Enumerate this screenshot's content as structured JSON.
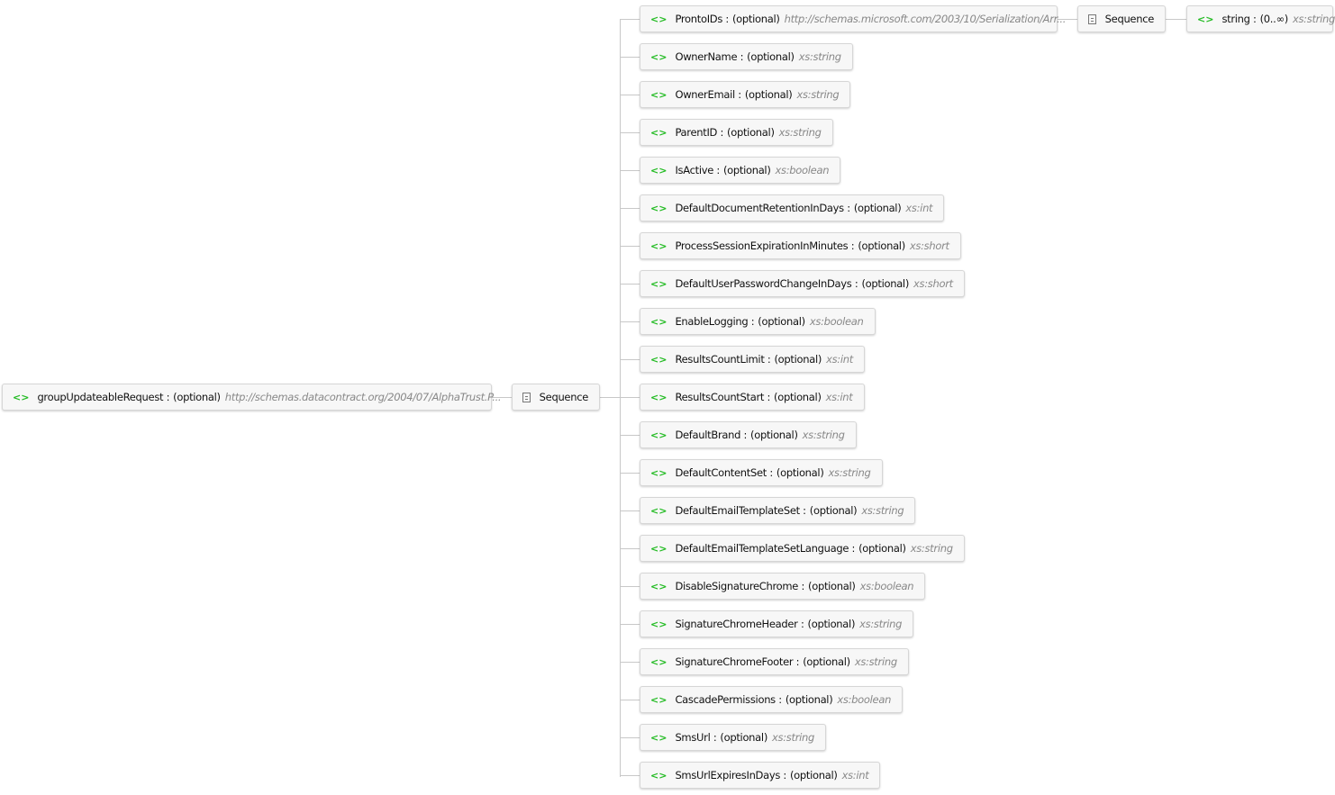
{
  "root": {
    "name": "groupUpdateableRequest",
    "occurs": "(optional)",
    "type": "http://schemas.datacontract.org/2004/07/AlphaTrust.P..."
  },
  "sequence_label": "Sequence",
  "children": [
    {
      "name": "ProntoIDs",
      "occurs": "(optional)",
      "type": "http://schemas.microsoft.com/2003/10/Serialization/Arr..."
    },
    {
      "name": "OwnerName",
      "occurs": "(optional)",
      "type": "xs:string"
    },
    {
      "name": "OwnerEmail",
      "occurs": "(optional)",
      "type": "xs:string"
    },
    {
      "name": "ParentID",
      "occurs": "(optional)",
      "type": "xs:string"
    },
    {
      "name": "IsActive",
      "occurs": "(optional)",
      "type": "xs:boolean"
    },
    {
      "name": "DefaultDocumentRetentionInDays",
      "occurs": "(optional)",
      "type": "xs:int"
    },
    {
      "name": "ProcessSessionExpirationInMinutes",
      "occurs": "(optional)",
      "type": "xs:short"
    },
    {
      "name": "DefaultUserPasswordChangeInDays",
      "occurs": "(optional)",
      "type": "xs:short"
    },
    {
      "name": "EnableLogging",
      "occurs": "(optional)",
      "type": "xs:boolean"
    },
    {
      "name": "ResultsCountLimit",
      "occurs": "(optional)",
      "type": "xs:int"
    },
    {
      "name": "ResultsCountStart",
      "occurs": "(optional)",
      "type": "xs:int"
    },
    {
      "name": "DefaultBrand",
      "occurs": "(optional)",
      "type": "xs:string"
    },
    {
      "name": "DefaultContentSet",
      "occurs": "(optional)",
      "type": "xs:string"
    },
    {
      "name": "DefaultEmailTemplateSet",
      "occurs": "(optional)",
      "type": "xs:string"
    },
    {
      "name": "DefaultEmailTemplateSetLanguage",
      "occurs": "(optional)",
      "type": "xs:string"
    },
    {
      "name": "DisableSignatureChrome",
      "occurs": "(optional)",
      "type": "xs:boolean"
    },
    {
      "name": "SignatureChromeHeader",
      "occurs": "(optional)",
      "type": "xs:string"
    },
    {
      "name": "SignatureChromeFooter",
      "occurs": "(optional)",
      "type": "xs:string"
    },
    {
      "name": "CascadePermissions",
      "occurs": "(optional)",
      "type": "xs:boolean"
    },
    {
      "name": "SmsUrl",
      "occurs": "(optional)",
      "type": "xs:string"
    },
    {
      "name": "SmsUrlExpiresInDays",
      "occurs": "(optional)",
      "type": "xs:int"
    }
  ],
  "pronto_child": {
    "name": "string",
    "occurs": "(0..∞)",
    "type": "xs:string"
  },
  "icons": {
    "element": "<>",
    "sequence": "sequence-icon"
  }
}
